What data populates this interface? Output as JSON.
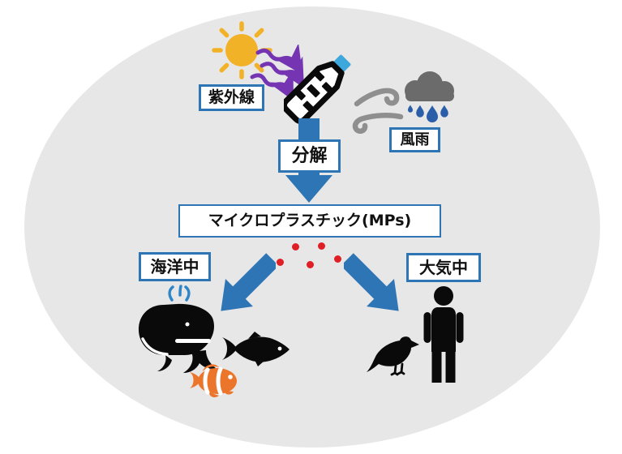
{
  "labels": {
    "uv": "紫外線",
    "wind_rain": "風雨",
    "decomposition": "分解",
    "microplastics": "マイクロプラスチック(MPs)",
    "ocean": "海洋中",
    "atmosphere": "大気中"
  },
  "icons": [
    "sun-icon",
    "uv-rays-arrows-icon",
    "plastic-bottle-icon",
    "wind-icon",
    "rain-cloud-icon",
    "down-arrow-icon",
    "arrow-to-ocean-icon",
    "arrow-to-atmosphere-icon",
    "microplastic-dot",
    "whale-icon",
    "whale-spout-icon",
    "fish-icon",
    "clownfish-icon",
    "bird-icon",
    "human-icon"
  ],
  "colors": {
    "ellipse": "#E8E7E7",
    "accent_blue": "#2E75B6",
    "sun": "#F2B227",
    "uv_arrows": "#7535B2",
    "bottle_cap": "#3EA7DC",
    "cloud": "#6B6B6B",
    "rain_drop": "#2A5EA8",
    "wind": "#8F8F8F",
    "mp_dot": "#DF1E26",
    "animal_black": "#0A0A0A",
    "clownfish": "#EB762B",
    "whale_spout": "#2E86C8"
  }
}
